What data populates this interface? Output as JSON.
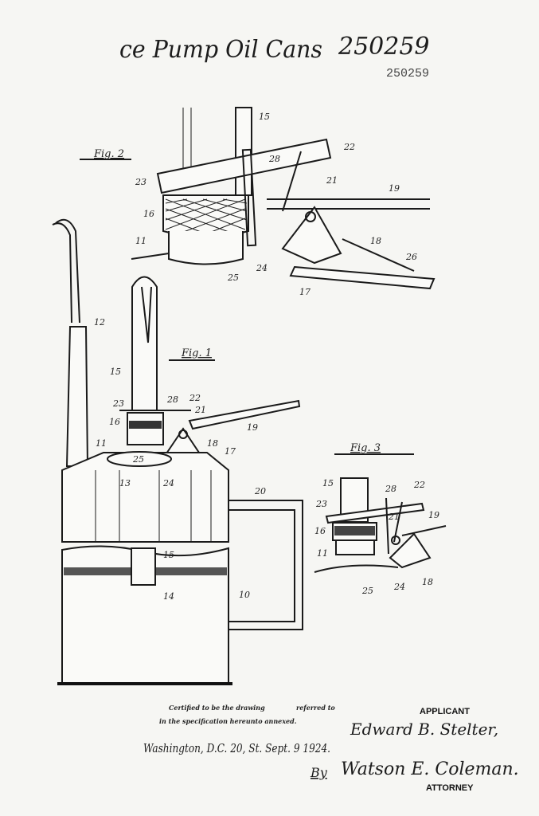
{
  "header": {
    "title_handwritten": "ce Pump Oil Cans",
    "number_handwritten": "250259",
    "number_stamped": "250259"
  },
  "figures": {
    "fig2": "Fig. 2",
    "fig1": "Fig. 1",
    "fig3": "Fig. 3"
  },
  "fig2_labels": [
    "15",
    "22",
    "28",
    "23",
    "21",
    "19",
    "16",
    "11",
    "18",
    "26",
    "25",
    "24",
    "17"
  ],
  "fig1_labels": [
    "12",
    "15",
    "23",
    "28",
    "22",
    "21",
    "19",
    "16",
    "11",
    "25",
    "18",
    "17",
    "13",
    "24",
    "20",
    "15",
    "14",
    "10"
  ],
  "fig3_labels": [
    "15",
    "28",
    "22",
    "23",
    "21",
    "19",
    "16",
    "11",
    "25",
    "24",
    "18"
  ],
  "footer": {
    "cert_line1": "Certified to be the drawing",
    "cert_line1b": "referred to",
    "cert_line2": "in the specification hereunto annexed.",
    "cert_place": "Washington, D.C. 20, St. Sept. 9 1924.",
    "applicant_label": "APPLICANT",
    "applicant_name": "Edward B. Stelter,",
    "by": "By",
    "attorney_name": "Watson E. Coleman.",
    "attorney_label": "ATTORNEY"
  }
}
